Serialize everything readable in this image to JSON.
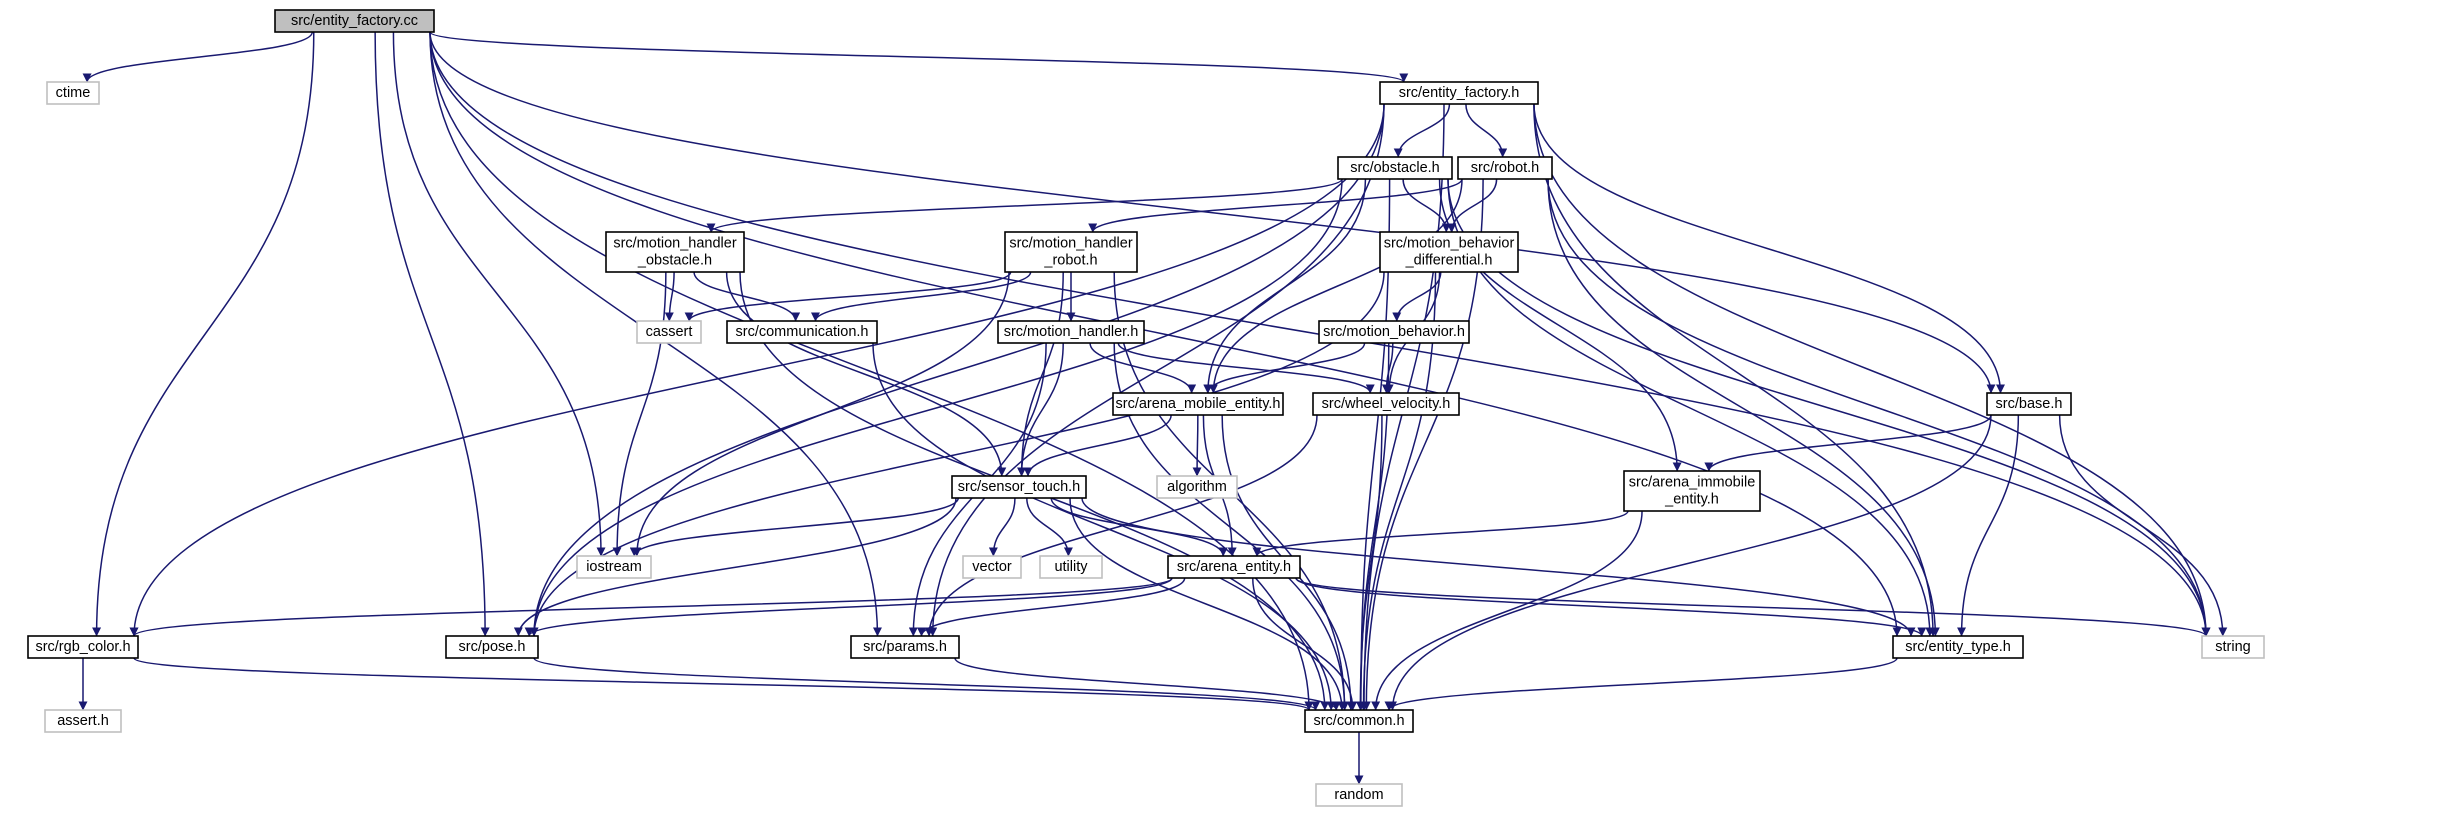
{
  "colors": {
    "edge": "#191970",
    "root_fill": "#bfbfbf",
    "system_border": "#bfbfbf",
    "node_border": "#000000"
  },
  "nodes": [
    {
      "id": "entity_factory_cc",
      "label": "src/entity_factory.cc",
      "kind": "root"
    },
    {
      "id": "ctime",
      "label": "ctime",
      "kind": "sys"
    },
    {
      "id": "entity_factory_h",
      "label": "src/entity_factory.h",
      "kind": "proj"
    },
    {
      "id": "obstacle_h",
      "label": "src/obstacle.h",
      "kind": "proj"
    },
    {
      "id": "robot_h",
      "label": "src/robot.h",
      "kind": "proj"
    },
    {
      "id": "mho_h",
      "label": [
        "src/motion_handler",
        "_obstacle.h"
      ],
      "kind": "proj"
    },
    {
      "id": "mhr_h",
      "label": [
        "src/motion_handler",
        "_robot.h"
      ],
      "kind": "proj"
    },
    {
      "id": "mbd_h",
      "label": [
        "src/motion_behavior",
        "_differential.h"
      ],
      "kind": "proj"
    },
    {
      "id": "cassert",
      "label": "cassert",
      "kind": "sys"
    },
    {
      "id": "communication_h",
      "label": "src/communication.h",
      "kind": "proj"
    },
    {
      "id": "motion_handler_h",
      "label": "src/motion_handler.h",
      "kind": "proj"
    },
    {
      "id": "motion_behavior_h",
      "label": "src/motion_behavior.h",
      "kind": "proj"
    },
    {
      "id": "arena_mobile_h",
      "label": "src/arena_mobile_entity.h",
      "kind": "proj"
    },
    {
      "id": "wheel_velocity_h",
      "label": "src/wheel_velocity.h",
      "kind": "proj"
    },
    {
      "id": "algorithm",
      "label": "algorithm",
      "kind": "sys"
    },
    {
      "id": "base_h",
      "label": "src/base.h",
      "kind": "proj"
    },
    {
      "id": "arena_immobile_h",
      "label": [
        "src/arena_immobile",
        "_entity.h"
      ],
      "kind": "proj"
    },
    {
      "id": "sensor_touch_h",
      "label": "src/sensor_touch.h",
      "kind": "proj"
    },
    {
      "id": "iostream",
      "label": "iostream",
      "kind": "sys"
    },
    {
      "id": "vector",
      "label": "vector",
      "kind": "sys"
    },
    {
      "id": "utility",
      "label": "utility",
      "kind": "sys"
    },
    {
      "id": "arena_entity_h",
      "label": "src/arena_entity.h",
      "kind": "proj"
    },
    {
      "id": "rgb_color_h",
      "label": "src/rgb_color.h",
      "kind": "proj"
    },
    {
      "id": "pose_h",
      "label": "src/pose.h",
      "kind": "proj"
    },
    {
      "id": "params_h",
      "label": "src/params.h",
      "kind": "proj"
    },
    {
      "id": "entity_type_h",
      "label": "src/entity_type.h",
      "kind": "proj"
    },
    {
      "id": "string",
      "label": "string",
      "kind": "sys"
    },
    {
      "id": "assert_h",
      "label": "assert.h",
      "kind": "sys"
    },
    {
      "id": "common_h",
      "label": "src/common.h",
      "kind": "proj"
    },
    {
      "id": "random",
      "label": "random",
      "kind": "sys"
    }
  ],
  "edges": [
    [
      "entity_factory_cc",
      "ctime"
    ],
    [
      "entity_factory_cc",
      "entity_factory_h"
    ],
    [
      "entity_factory_cc",
      "rgb_color_h"
    ],
    [
      "entity_factory_cc",
      "pose_h"
    ],
    [
      "entity_factory_cc",
      "iostream"
    ],
    [
      "entity_factory_cc",
      "params_h"
    ],
    [
      "entity_factory_cc",
      "base_h"
    ],
    [
      "entity_factory_cc",
      "entity_type_h"
    ],
    [
      "entity_factory_cc",
      "string"
    ],
    [
      "entity_factory_cc",
      "common_h"
    ],
    [
      "entity_factory_h",
      "obstacle_h"
    ],
    [
      "entity_factory_h",
      "robot_h"
    ],
    [
      "entity_factory_h",
      "base_h"
    ],
    [
      "entity_factory_h",
      "rgb_color_h"
    ],
    [
      "entity_factory_h",
      "pose_h"
    ],
    [
      "entity_factory_h",
      "params_h"
    ],
    [
      "entity_factory_h",
      "entity_type_h"
    ],
    [
      "entity_factory_h",
      "string"
    ],
    [
      "entity_factory_h",
      "common_h"
    ],
    [
      "obstacle_h",
      "mho_h"
    ],
    [
      "obstacle_h",
      "mbd_h"
    ],
    [
      "obstacle_h",
      "arena_mobile_h"
    ],
    [
      "obstacle_h",
      "arena_immobile_h"
    ],
    [
      "obstacle_h",
      "entity_type_h"
    ],
    [
      "obstacle_h",
      "string"
    ],
    [
      "obstacle_h",
      "pose_h"
    ],
    [
      "obstacle_h",
      "common_h"
    ],
    [
      "robot_h",
      "mhr_h"
    ],
    [
      "robot_h",
      "mbd_h"
    ],
    [
      "robot_h",
      "arena_mobile_h"
    ],
    [
      "robot_h",
      "entity_type_h"
    ],
    [
      "robot_h",
      "string"
    ],
    [
      "robot_h",
      "common_h"
    ],
    [
      "mho_h",
      "cassert"
    ],
    [
      "mho_h",
      "communication_h"
    ],
    [
      "mho_h",
      "sensor_touch_h"
    ],
    [
      "mho_h",
      "iostream"
    ],
    [
      "mho_h",
      "common_h"
    ],
    [
      "mhr_h",
      "motion_handler_h"
    ],
    [
      "mhr_h",
      "communication_h"
    ],
    [
      "mhr_h",
      "cassert"
    ],
    [
      "mhr_h",
      "sensor_touch_h"
    ],
    [
      "mhr_h",
      "iostream"
    ],
    [
      "mhr_h",
      "common_h"
    ],
    [
      "mbd_h",
      "motion_behavior_h"
    ],
    [
      "mbd_h",
      "wheel_velocity_h"
    ],
    [
      "mbd_h",
      "pose_h"
    ],
    [
      "mbd_h",
      "common_h"
    ],
    [
      "communication_h",
      "common_h"
    ],
    [
      "motion_handler_h",
      "arena_mobile_h"
    ],
    [
      "motion_handler_h",
      "wheel_velocity_h"
    ],
    [
      "motion_handler_h",
      "sensor_touch_h"
    ],
    [
      "motion_handler_h",
      "params_h"
    ],
    [
      "motion_handler_h",
      "common_h"
    ],
    [
      "motion_behavior_h",
      "arena_mobile_h"
    ],
    [
      "motion_behavior_h",
      "wheel_velocity_h"
    ],
    [
      "motion_behavior_h",
      "common_h"
    ],
    [
      "arena_mobile_h",
      "sensor_touch_h"
    ],
    [
      "arena_mobile_h",
      "algorithm"
    ],
    [
      "arena_mobile_h",
      "arena_entity_h"
    ],
    [
      "arena_mobile_h",
      "common_h"
    ],
    [
      "wheel_velocity_h",
      "params_h"
    ],
    [
      "wheel_velocity_h",
      "common_h"
    ],
    [
      "base_h",
      "arena_immobile_h"
    ],
    [
      "base_h",
      "entity_type_h"
    ],
    [
      "base_h",
      "string"
    ],
    [
      "base_h",
      "common_h"
    ],
    [
      "arena_immobile_h",
      "arena_entity_h"
    ],
    [
      "arena_immobile_h",
      "common_h"
    ],
    [
      "sensor_touch_h",
      "iostream"
    ],
    [
      "sensor_touch_h",
      "vector"
    ],
    [
      "sensor_touch_h",
      "utility"
    ],
    [
      "sensor_touch_h",
      "arena_entity_h"
    ],
    [
      "sensor_touch_h",
      "pose_h"
    ],
    [
      "sensor_touch_h",
      "entity_type_h"
    ],
    [
      "sensor_touch_h",
      "common_h"
    ],
    [
      "arena_entity_h",
      "rgb_color_h"
    ],
    [
      "arena_entity_h",
      "pose_h"
    ],
    [
      "arena_entity_h",
      "params_h"
    ],
    [
      "arena_entity_h",
      "entity_type_h"
    ],
    [
      "arena_entity_h",
      "string"
    ],
    [
      "arena_entity_h",
      "common_h"
    ],
    [
      "rgb_color_h",
      "assert_h"
    ],
    [
      "rgb_color_h",
      "common_h"
    ],
    [
      "pose_h",
      "common_h"
    ],
    [
      "params_h",
      "common_h"
    ],
    [
      "entity_type_h",
      "common_h"
    ],
    [
      "common_h",
      "random"
    ]
  ]
}
